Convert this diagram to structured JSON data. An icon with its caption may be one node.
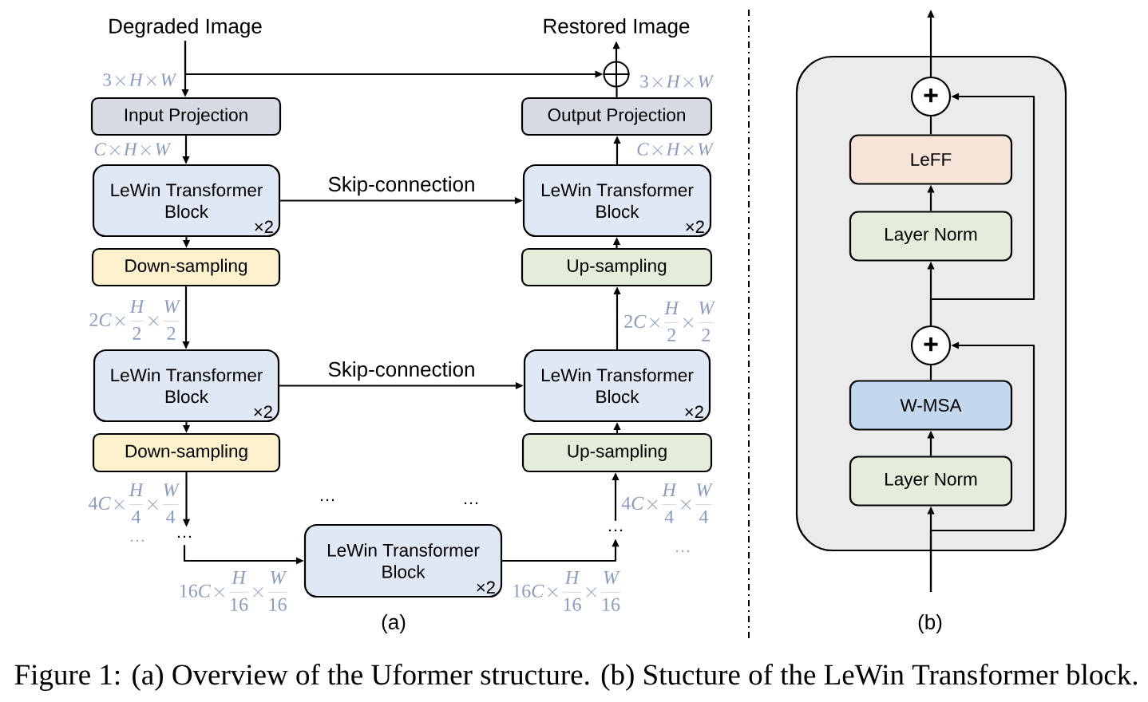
{
  "diagram": {
    "caption": "Figure 1: (a) Overview of the Uformer structure. (b) Stucture of the LeWin Transformer block.",
    "nodes": [
      {
        "text": [
          "Degraded Image"
        ]
      },
      {
        "text": [
          "Restored Image"
        ]
      },
      {
        "text": [],
        "shape": "circle"
      },
      {
        "text": [
          "Input Projection"
        ]
      },
      {
        "text": [
          "Output Projection"
        ]
      },
      {
        "text": [
          "LeWin Transformer Block",
          "×2"
        ]
      },
      {
        "text": [
          "LeWin Transformer Block",
          "×2"
        ]
      },
      {
        "text": [
          "Down-sampling"
        ]
      },
      {
        "text": [
          "Up-sampling"
        ]
      },
      {
        "text": [
          "LeWin Transformer Block",
          "×2"
        ]
      },
      {
        "text": [
          "LeWin Transformer Block",
          "×2"
        ]
      },
      {
        "text": [
          "Down-sampling"
        ]
      },
      {
        "text": [
          "Up-sampling"
        ]
      },
      {
        "text": [
          "…"
        ]
      },
      {
        "text": [
          "…"
        ]
      },
      {
        "text": [
          "LeWin Transformer Block",
          "×2"
        ]
      },
      {
        "text": [],
        "shape": "box"
      },
      {
        "text": [
          "+"
        ],
        "in": 16
      },
      {
        "text": [
          "LeFF"
        ],
        "in": 16
      },
      {
        "text": [
          "Layer Norm"
        ],
        "in": 16
      },
      {
        "text": [
          "+"
        ],
        "in": 16
      },
      {
        "text": [
          "W-MSA"
        ],
        "in": 16
      },
      {
        "text": [
          "Layer Norm"
        ],
        "in": 16
      }
    ],
    "edges": [
      {
        "from": 0,
        "to": 3,
        "arrow": "to"
      },
      {
        "from": 0,
        "to": 2,
        "arrow": "to"
      },
      {
        "from": 3,
        "to": 5,
        "arrow": "to"
      },
      {
        "from": 5,
        "to": 6,
        "arrow": "to",
        "label": "Skip-connection"
      },
      {
        "from": 5,
        "to": 7,
        "arrow": "to"
      },
      {
        "from": 7,
        "to": 9,
        "arrow": "to"
      },
      {
        "from": 9,
        "to": 10,
        "arrow": "to",
        "label": "Skip-connection"
      },
      {
        "from": 9,
        "to": 11,
        "arrow": "to"
      },
      {
        "from": 11,
        "to": 13,
        "arrow": "to"
      },
      {
        "from": 13,
        "to": 15,
        "arrow": "to"
      },
      {
        "from": 15,
        "to": 14,
        "arrow": "to"
      },
      {
        "from": 14,
        "to": 12,
        "arrow": "to"
      },
      {
        "from": 12,
        "to": 10,
        "arrow": "to"
      },
      {
        "from": 10,
        "to": 8,
        "arrow": "to"
      },
      {
        "from": 8,
        "to": 6,
        "arrow": "to"
      },
      {
        "from": 6,
        "to": 4,
        "arrow": "to"
      },
      {
        "from": 4,
        "to": 2,
        "arrow": "none"
      },
      {
        "from": 2,
        "to": 1,
        "arrow": "to"
      },
      {
        "from": null,
        "to": 22,
        "arrow": "to"
      },
      {
        "from": null,
        "to": 20,
        "arrow": "to"
      },
      {
        "from": 22,
        "to": 21,
        "arrow": "to"
      },
      {
        "from": 21,
        "to": 20,
        "arrow": "none"
      },
      {
        "from": 20,
        "to": 19,
        "arrow": "to"
      },
      {
        "from": 20,
        "to": 17,
        "arrow": "to"
      },
      {
        "from": 19,
        "to": 18,
        "arrow": "to"
      },
      {
        "from": 18,
        "to": 17,
        "arrow": "none"
      },
      {
        "from": 17,
        "to": null,
        "arrow": "to"
      }
    ],
    "labels": [
      "3\\times H\\times W",
      "3\\times H\\times W",
      "C\\times H\\times W",
      "C\\times H\\times W",
      "2C\\times\\frac{H}{2}\\times\\frac{W}{2}",
      "2C\\times\\frac{H}{2}\\times\\frac{W}{2}",
      "…",
      "…",
      "4C\\times\\frac{H}{4}\\times\\frac{W}{4}",
      "4C\\times\\frac{H}{4}\\times\\frac{W}{4}",
      "…",
      "…",
      "16C\\times\\frac{H}{16}\\times\\frac{W}{16}",
      "16C\\times\\frac{H}{16}\\times\\frac{W}{16}",
      "(a)",
      "(b)"
    ]
  }
}
